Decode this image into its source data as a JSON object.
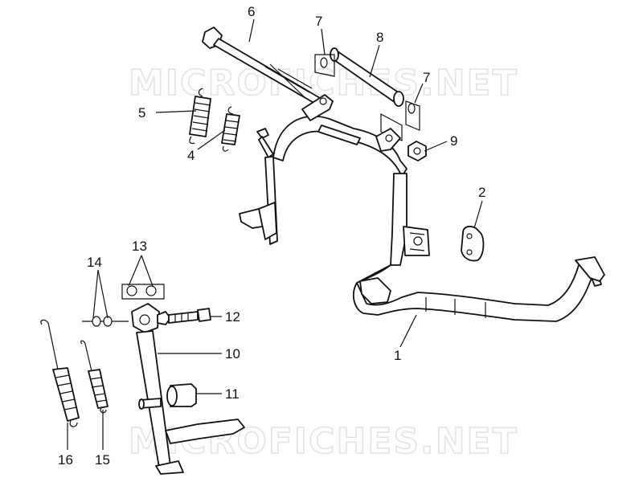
{
  "watermark": {
    "text": "MICROFICHES.NET"
  },
  "callouts": [
    {
      "id": "1",
      "label": "1"
    },
    {
      "id": "2",
      "label": "2"
    },
    {
      "id": "4",
      "label": "4"
    },
    {
      "id": "5",
      "label": "5"
    },
    {
      "id": "6",
      "label": "6"
    },
    {
      "id": "7a",
      "label": "7"
    },
    {
      "id": "7b",
      "label": "7"
    },
    {
      "id": "8",
      "label": "8"
    },
    {
      "id": "9",
      "label": "9"
    },
    {
      "id": "10",
      "label": "10"
    },
    {
      "id": "11",
      "label": "11"
    },
    {
      "id": "12",
      "label": "12"
    },
    {
      "id": "13",
      "label": "13"
    },
    {
      "id": "14",
      "label": "14"
    },
    {
      "id": "15",
      "label": "15"
    },
    {
      "id": "16",
      "label": "16"
    }
  ]
}
